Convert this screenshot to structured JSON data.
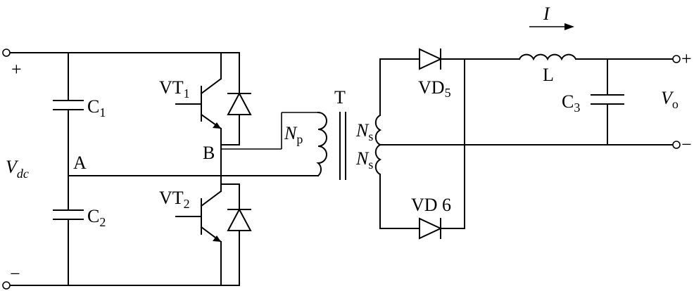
{
  "labels": {
    "plus_left": "+",
    "minus_left": "−",
    "vdc": "V",
    "vdc_sub": "dc",
    "c1": "C",
    "c1_sub": "1",
    "c2": "C",
    "c2_sub": "2",
    "node_a": "A",
    "node_b": "B",
    "vt1": "VT",
    "vt1_sub": "1",
    "vt2": "VT",
    "vt2_sub": "2",
    "np": "N",
    "np_sub": "p",
    "transformer": "T",
    "ns_top": "N",
    "ns_top_sub": "s",
    "ns_bottom": "N",
    "ns_bottom_sub": "s",
    "vd5": "VD",
    "vd5_sub": "5",
    "vd6": "VD 6",
    "inductor": "L",
    "current": "I",
    "c3": "C",
    "c3_sub": "3",
    "vo": "V",
    "vo_sub": "o",
    "plus_right": "+",
    "minus_right": "−"
  }
}
